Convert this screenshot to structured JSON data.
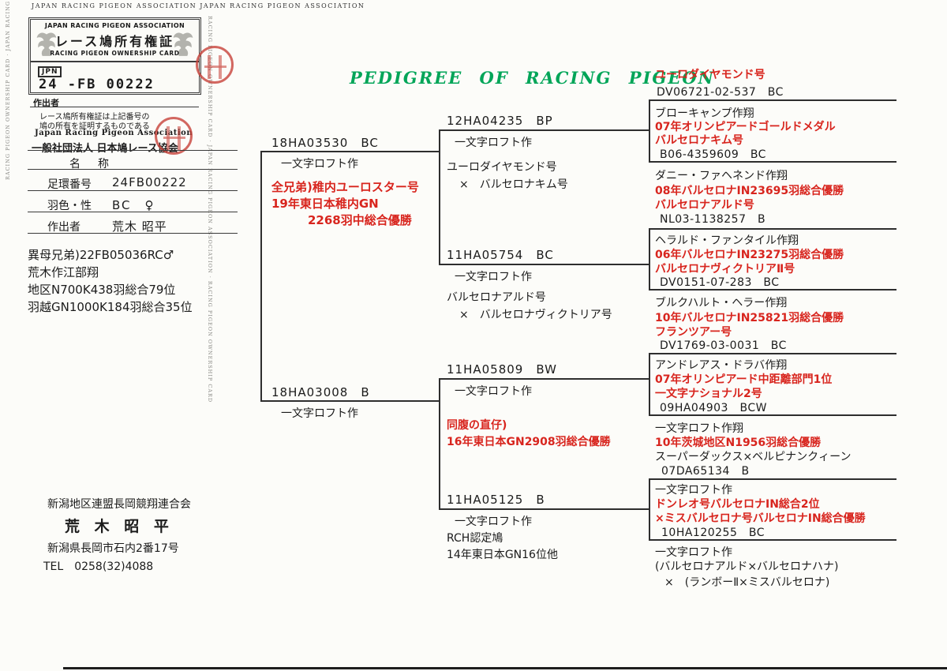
{
  "title": "PEDIGREE  OF  RACING  PIGEON",
  "top_strip": "Japan Racing Pigeon Association Japan Racing Pigeon Association",
  "side_strip": "Racing Pigeon Ownership Card · Japan Racing Pigeon Association · Racing Pigeon Ownership Card",
  "card": {
    "assoc_en": "JAPAN RACING PIGEON ASSOCIATION",
    "title_jp": "レース鳩所有権証",
    "title_en": "RACING PIGEON OWNERSHIP CARD",
    "country": "JPN",
    "ring": "24 -FB 00222",
    "breeder_label": "作出者",
    "note1": "レース鳩所有権証は上記番号の",
    "note2": "鳩の所有を証明するものである",
    "assoc_en2": "Japan Racing Pigeon Association",
    "assoc_jp": "一般社団法人 日本鳩レース協会"
  },
  "info": {
    "name_label": "名　称",
    "ring_label": "足環番号",
    "ring_value": "24FB00222",
    "color_label": "羽色・性",
    "color_value": "BC　♀",
    "breeder_label": "作出者",
    "breeder_value": "荒木 昭平"
  },
  "half_sibling": {
    "line1": "異母兄弟)22FB05036RC♂",
    "line2": "荒木作江部翔",
    "line3": "地区N700K438羽総合79位",
    "line4": "羽越GN1000K184羽総合35位"
  },
  "club": {
    "federation": "新潟地区連盟長岡競翔連合会",
    "owner": "荒 木 昭 平",
    "address": "新潟県長岡市石内2番17号",
    "tel": "TEL　0258(32)4088"
  },
  "sire": {
    "ring": "18HA03530　BC",
    "loft": "一文字ロフト作",
    "note1": "全兄弟)稚内ユーロスター号",
    "note2": "19年東日本稚内GN",
    "note3": "2268羽中総合優勝"
  },
  "dam": {
    "ring": "18HA03008　B",
    "loft": "一文字ロフト作"
  },
  "gen2": {
    "g1": {
      "ring": "12HA04235　BP",
      "loft": "一文字ロフト作",
      "p1": "ユーロダイヤモンド号",
      "p2": "×　バルセロナキム号"
    },
    "g2": {
      "ring": "11HA05754　BC",
      "loft": "一文字ロフト作",
      "p1": "バルセロナアルド号",
      "p2": "×　バルセロナヴィクトリア号"
    },
    "g3": {
      "ring": "11HA05809　BW",
      "loft": "一文字ロフト作",
      "note1": "同腹の直仔)",
      "note2": "16年東日本GN2908羽総合優勝"
    },
    "g4": {
      "ring": "11HA05125　B",
      "loft": "一文字ロフト作",
      "note1": "RCH認定鳩",
      "note2": "14年東日本GN16位他"
    }
  },
  "gen3": {
    "b1": {
      "l1": "ユーロダイヤモンド号",
      "l2": "DV06721-02-537　BC"
    },
    "b2": {
      "l1": "ブローキャンプ作翔",
      "l2": "07年オリンピアードゴールドメダル",
      "l3": "バルセロナキム号",
      "l4": "B06-4359609　BC"
    },
    "b3": {
      "l1": "ダニー・ファヘネンド作翔",
      "l2": "08年バルセロナIN23695羽総合優勝",
      "l3": "バルセロナアルド号",
      "l4": "NL03-1138257　B"
    },
    "b4": {
      "l1": "ヘラルド・ファンタイル作翔",
      "l2": "06年バルセロナIN23275羽総合優勝",
      "l3": "バルセロナヴィクトリアⅡ号",
      "l4": "DV0151-07-283　BC"
    },
    "b5": {
      "l1": "ブルクハルト・ヘラー作翔",
      "l2": "10年バルセロナIN25821羽総合優勝",
      "l3": "フランツアー号",
      "l4": "DV1769-03-0031　BC"
    },
    "b6": {
      "l1": "アンドレアス・ドラバ作翔",
      "l2": "07年オリンピアード中距離部門1位",
      "l3": "一文字ナショナル2号",
      "l4": "09HA04903　BCW"
    },
    "b7": {
      "l1": "一文字ロフト作翔",
      "l2": "10年茨城地区N1956羽総合優勝",
      "l3": "スーパーダックス×ベルピナンクィーン",
      "l4": "07DA65134　B"
    },
    "b8": {
      "l1": "一文字ロフト作",
      "l2": "ドンレオ号バルセロナIN総合2位",
      "l3": "×ミスバルセロナ号バルセロナIN総合優勝",
      "l4": "10HA120255　BC"
    },
    "b9": {
      "l1": "一文字ロフト作",
      "l2": "(バルセロナアルド×バルセロナハナ)",
      "l3": "×　(ランボーⅡ×ミスバルセロナ)"
    }
  },
  "colors": {
    "accent_red": "#d8251e",
    "title_green": "#00a558",
    "stamp_red": "#c8423a"
  }
}
